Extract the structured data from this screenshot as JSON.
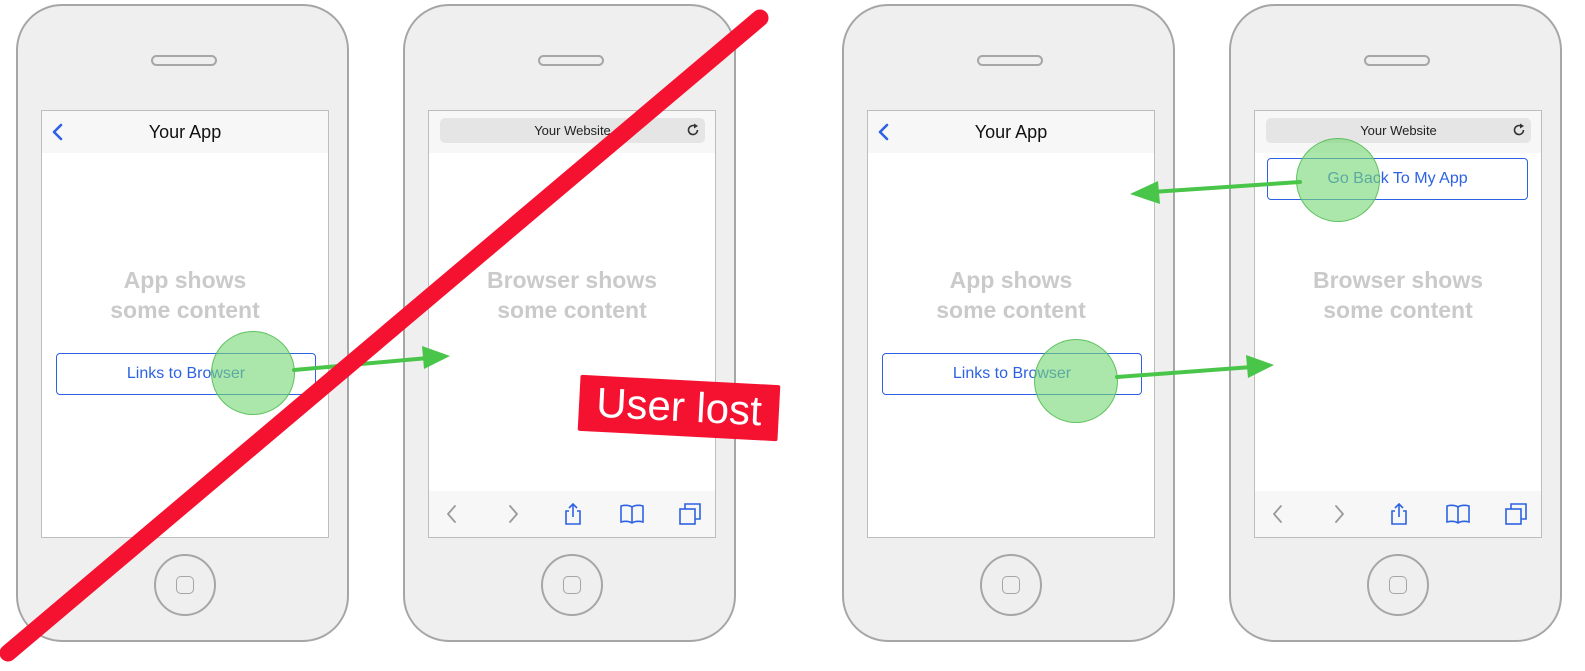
{
  "colors": {
    "accent_blue": "#2d62e2",
    "phone_gray": "#a6a6a6",
    "placeholder_text": "#cacaca",
    "touch_green": "#78d678",
    "arrow_green": "#49c549",
    "cross_red": "#f51130"
  },
  "scenarios": [
    {
      "app": {
        "nav_title": "Your App",
        "content_line1": "App shows",
        "content_line2": "some content",
        "link_button": "Links to Browser"
      },
      "browser": {
        "url": "Your Website",
        "content_line1": "Browser shows",
        "content_line2": "some content"
      },
      "stamp": "User lost"
    },
    {
      "app": {
        "nav_title": "Your App",
        "content_line1": "App shows",
        "content_line2": "some content",
        "link_button": "Links to Browser"
      },
      "browser": {
        "url": "Your Website",
        "back_button": "Go Back To My App",
        "content_line1": "Browser shows",
        "content_line2": "some content"
      }
    }
  ],
  "icons": {
    "back": "chevron-left-icon",
    "reload": "reload-icon",
    "toolbar": [
      "chevron-left-icon",
      "chevron-right-icon",
      "share-icon",
      "bookmarks-icon",
      "tabs-icon"
    ]
  }
}
